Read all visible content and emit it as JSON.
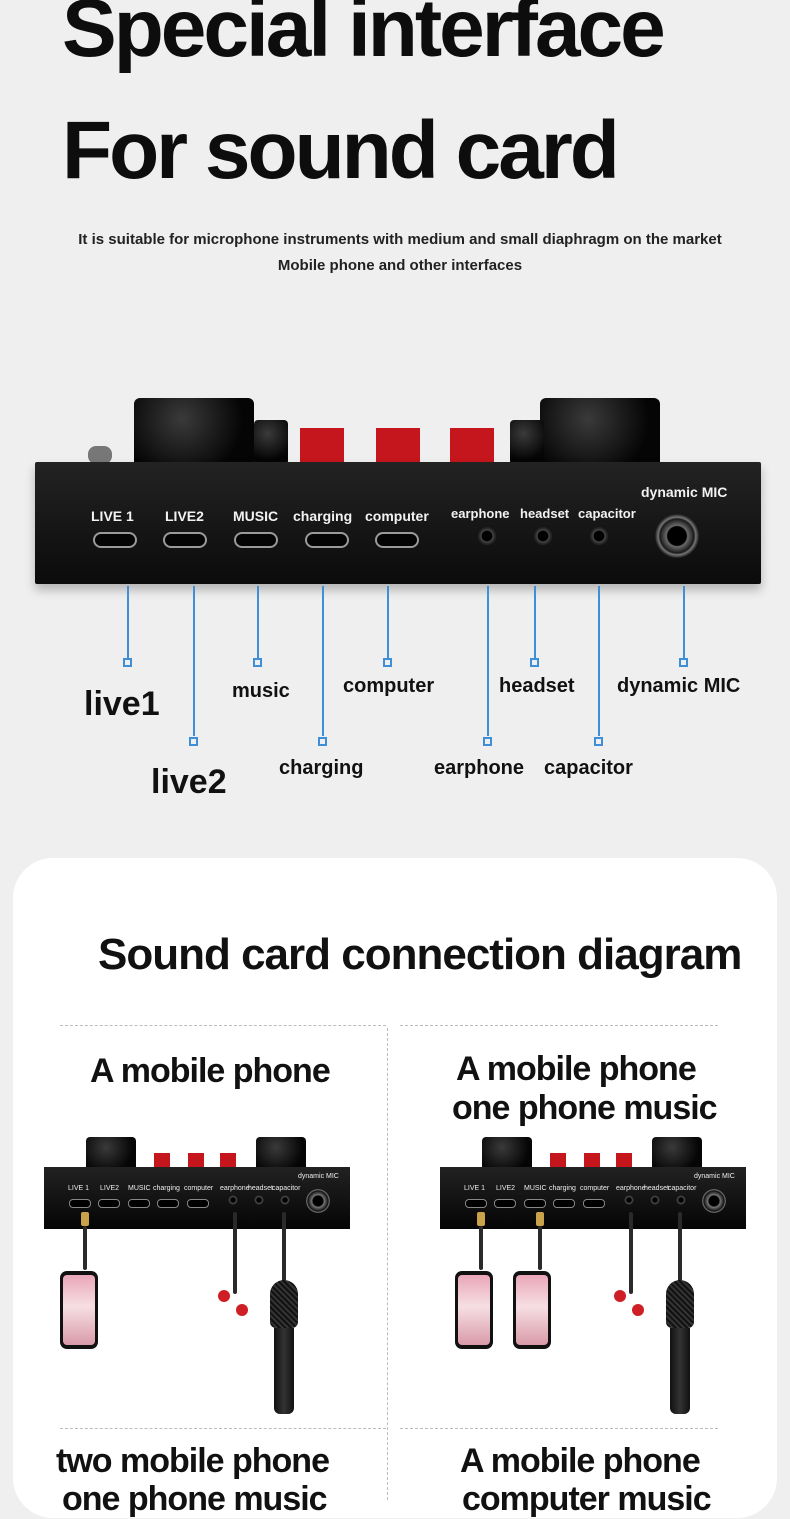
{
  "hero": {
    "title_line1": "Special interface",
    "title_line2": "For sound card",
    "subtitle_line1": "It is suitable for microphone instruments with medium and small diaphragm on the market",
    "subtitle_line2": "Mobile phone and other interfaces"
  },
  "device": {
    "ports": [
      "LIVE 1",
      "LIVE2",
      "MUSIC",
      "charging",
      "computer",
      "earphone",
      "headset",
      "capacitor",
      "dynamic MIC"
    ]
  },
  "callouts": {
    "live1": "live1",
    "live2": "live2",
    "music": "music",
    "charging": "charging",
    "computer": "computer",
    "earphone": "earphone",
    "headset": "headset",
    "capacitor": "capacitor",
    "dynamic_mic": "dynamic MIC"
  },
  "connection": {
    "title": "Sound card connection diagram",
    "panels": [
      {
        "line1": "A mobile phone",
        "line2": ""
      },
      {
        "line1": "A mobile phone",
        "line2": "one phone music"
      },
      {
        "line1": "two mobile phone",
        "line2": "one phone music"
      },
      {
        "line1": "A mobile phone",
        "line2": "computer music"
      }
    ],
    "mini_ports": [
      "LIVE 1",
      "LIVE2",
      "MUSIC",
      "charging",
      "computer",
      "earphone",
      "headset",
      "capacitor",
      "dynamic MIC"
    ]
  },
  "colors": {
    "accent_blue": "#3f8fd8",
    "knob_red": "#c4161c",
    "device_black": "#111111"
  }
}
